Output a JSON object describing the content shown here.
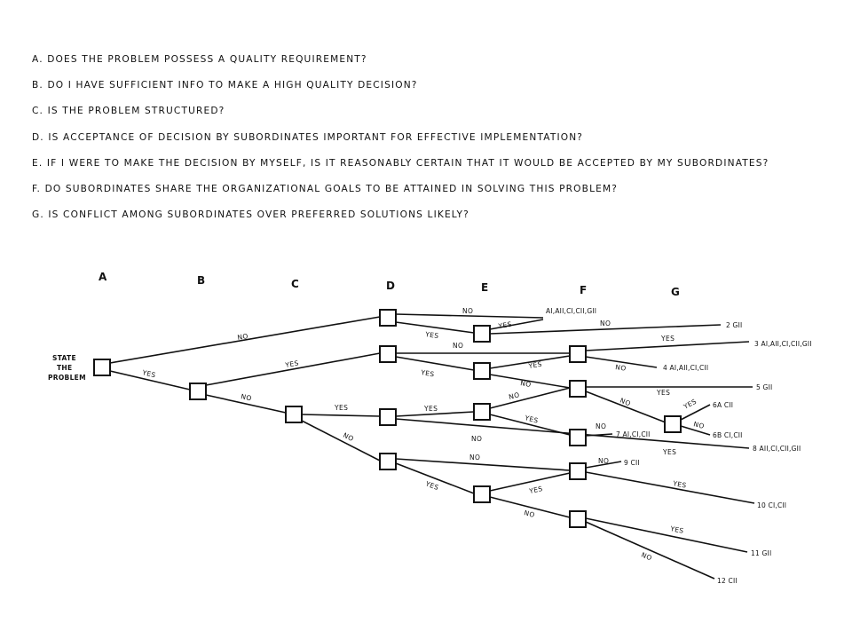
{
  "questions": [
    "A. Does the problem possess a quality requirement?",
    "B. Do I have sufficient info to make a high quality decision?",
    "C. Is the problem structured?",
    "D. Is acceptance of decision by subordinates important for effective implementation?",
    "E. If I were to make the decision by myself, is it reasonably certain that it would be accepted by my subordinates?",
    "F. Do subordinates share the organizational goals to be attained in solving this problem?",
    "G. Is conflict among subordinates over preferred solutions likely?"
  ],
  "columns": [
    "A",
    "B",
    "C",
    "D",
    "E",
    "F",
    "G"
  ],
  "start": [
    "STATE",
    "THE",
    "PROBLEM"
  ],
  "labels": {
    "yes": "YES",
    "no": "NO"
  },
  "outcomes": {
    "e1_yes": "AI,AII,CI,CII,GII",
    "o2": "2  GII",
    "o3": "3  AI,AII,CI,CII,GII",
    "o4": "4  AI,AII,CI,CII",
    "o5": "5  GII",
    "o6a": "6A  CII",
    "o6b": "6B  CI,CII",
    "o7": "7  AI,CI,CII",
    "o8": "8  AII,CI,CII,GII",
    "o9": "9  CII",
    "o10": "10  CI,CII",
    "o11": "11  GII",
    "o12": "12  CII"
  }
}
